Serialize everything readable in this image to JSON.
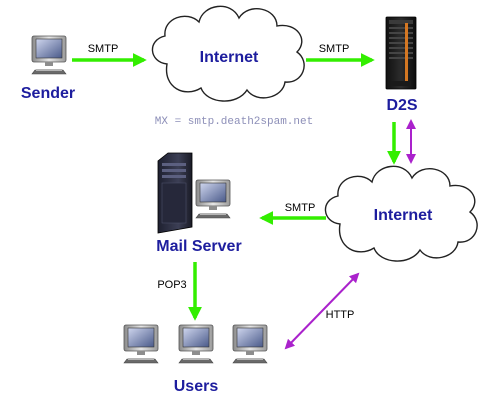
{
  "colors": {
    "label_blue": "#1d1d9e",
    "mx_text": "#8d8fb8",
    "smtp_arrow": "#33ee00",
    "http_arrow": "#aa22cc"
  },
  "nodes": {
    "sender": {
      "label": "Sender",
      "icon": "desktop-computer-icon"
    },
    "internet_top": {
      "label": "Internet",
      "icon": "cloud-icon"
    },
    "d2s": {
      "label": "D2S",
      "icon": "server-rack-icon"
    },
    "internet_bottom": {
      "label": "Internet",
      "icon": "cloud-icon"
    },
    "mail_server": {
      "label": "Mail Server",
      "icon": "server-tower-icon"
    },
    "users": {
      "label": "Users",
      "icon": "desktop-computer-icon"
    }
  },
  "edges": {
    "sender_to_internet": "SMTP",
    "internet_to_d2s": "SMTP",
    "internet_to_mailserver": "SMTP",
    "mailserver_to_users": "POP3",
    "users_to_internet": "HTTP"
  },
  "mx_record": "MX = smtp.death2spam.net"
}
